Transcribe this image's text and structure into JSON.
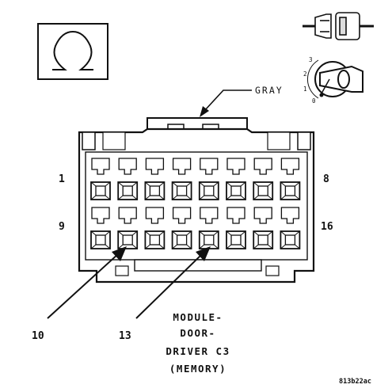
{
  "connector": {
    "color_label": "GRAY",
    "rows": 2,
    "cols": 8,
    "pin_labels": {
      "row1_left": "1",
      "row1_right": "8",
      "row2_left": "9",
      "row2_right": "16"
    },
    "callouts": [
      {
        "label": "10",
        "pin": 10
      },
      {
        "label": "13",
        "pin": 13
      }
    ],
    "title_lines": [
      "MODULE-",
      "DOOR-",
      "DRIVER C3",
      "(MEMORY)"
    ],
    "figure_code": "813b22ac"
  },
  "key_icon": {
    "positions": [
      "3",
      "2",
      "1",
      "0"
    ]
  },
  "colors": {
    "ink": "#111111",
    "background": "#ffffff"
  }
}
